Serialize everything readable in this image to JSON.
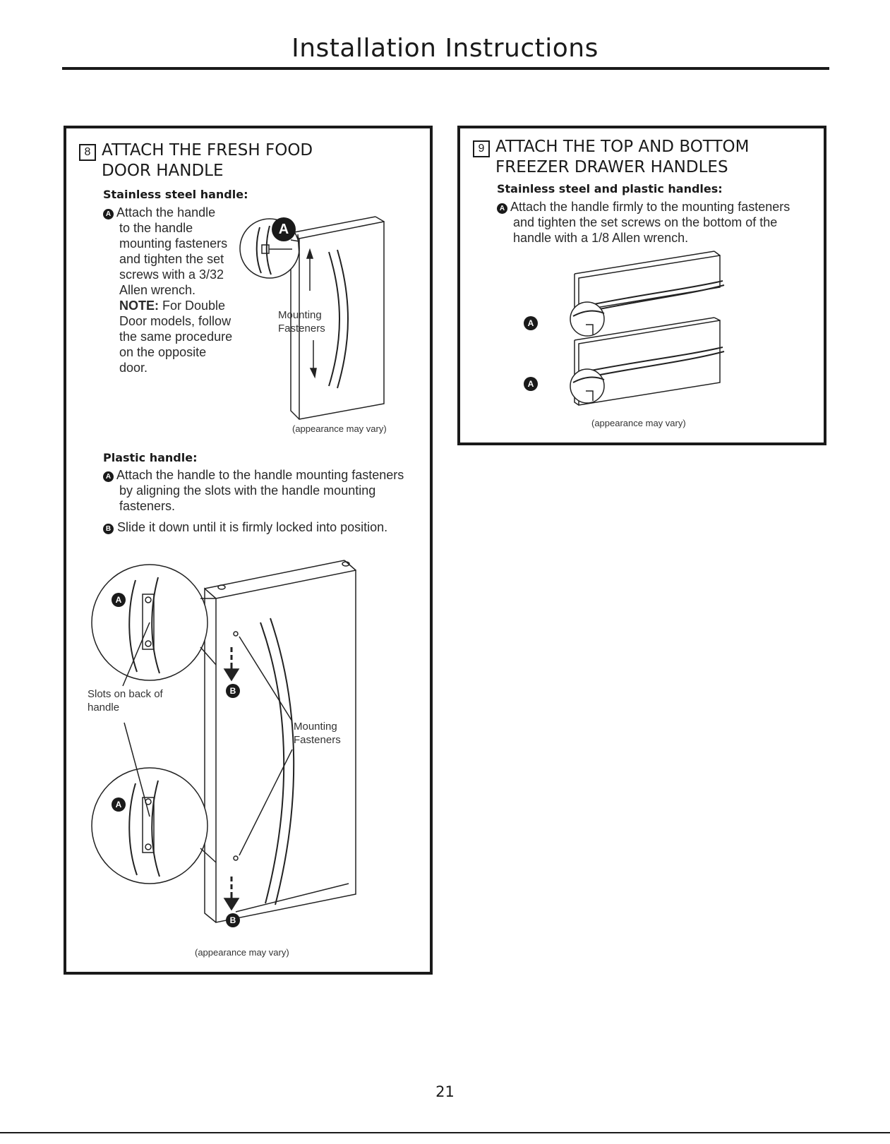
{
  "page": {
    "title": "Installation Instructions",
    "page_number": "21"
  },
  "step8": {
    "number": "8",
    "heading_line1": "ATTACH THE FRESH FOOD",
    "heading_line2": "DOOR HANDLE",
    "stainless": {
      "subheading": "Stainless steel handle:",
      "badge": "A",
      "lines": [
        "Attach the handle",
        "to the handle",
        "mounting fasteners",
        "and tighten the set",
        "screws with a 3/32",
        "Allen wrench."
      ],
      "note_label": "NOTE:",
      "note_lines": [
        "For Double",
        "Door models, follow",
        "the same procedure",
        "on the opposite",
        "door."
      ],
      "callout_badge": "A",
      "callout_line1": "Mounting",
      "callout_line2": "Fasteners",
      "caption": "(appearance may vary)"
    },
    "plastic": {
      "subheading": "Plastic handle:",
      "step_a_badge": "A",
      "step_a_lines": [
        "Attach the handle to the handle mounting fasteners",
        "by aligning the slots with the handle mounting",
        "fasteners."
      ],
      "step_b_badge": "B",
      "step_b_text": "Slide it down until it is firmly locked into position.",
      "figure": {
        "badge_a_top": "A",
        "badge_a_bottom": "A",
        "badge_b_top": "B",
        "badge_b_bottom": "B",
        "slots_line1": "Slots on back of",
        "slots_line2": "handle",
        "fasteners_line1": "Mounting",
        "fasteners_line2": "Fasteners"
      },
      "caption": "(appearance may vary)"
    }
  },
  "step9": {
    "number": "9",
    "heading_line1": "ATTACH THE TOP AND BOTTOM",
    "heading_line2": "FREEZER DRAWER HANDLES",
    "subheading": "Stainless steel and plastic handles:",
    "badge": "A",
    "lines": [
      "Attach the handle firmly to the mounting fasteners",
      "and tighten the set screws on the bottom of the",
      "handle with a 1/8  Allen wrench."
    ],
    "figure": {
      "badge_top": "A",
      "badge_bottom": "A"
    },
    "caption": "(appearance may vary)"
  }
}
